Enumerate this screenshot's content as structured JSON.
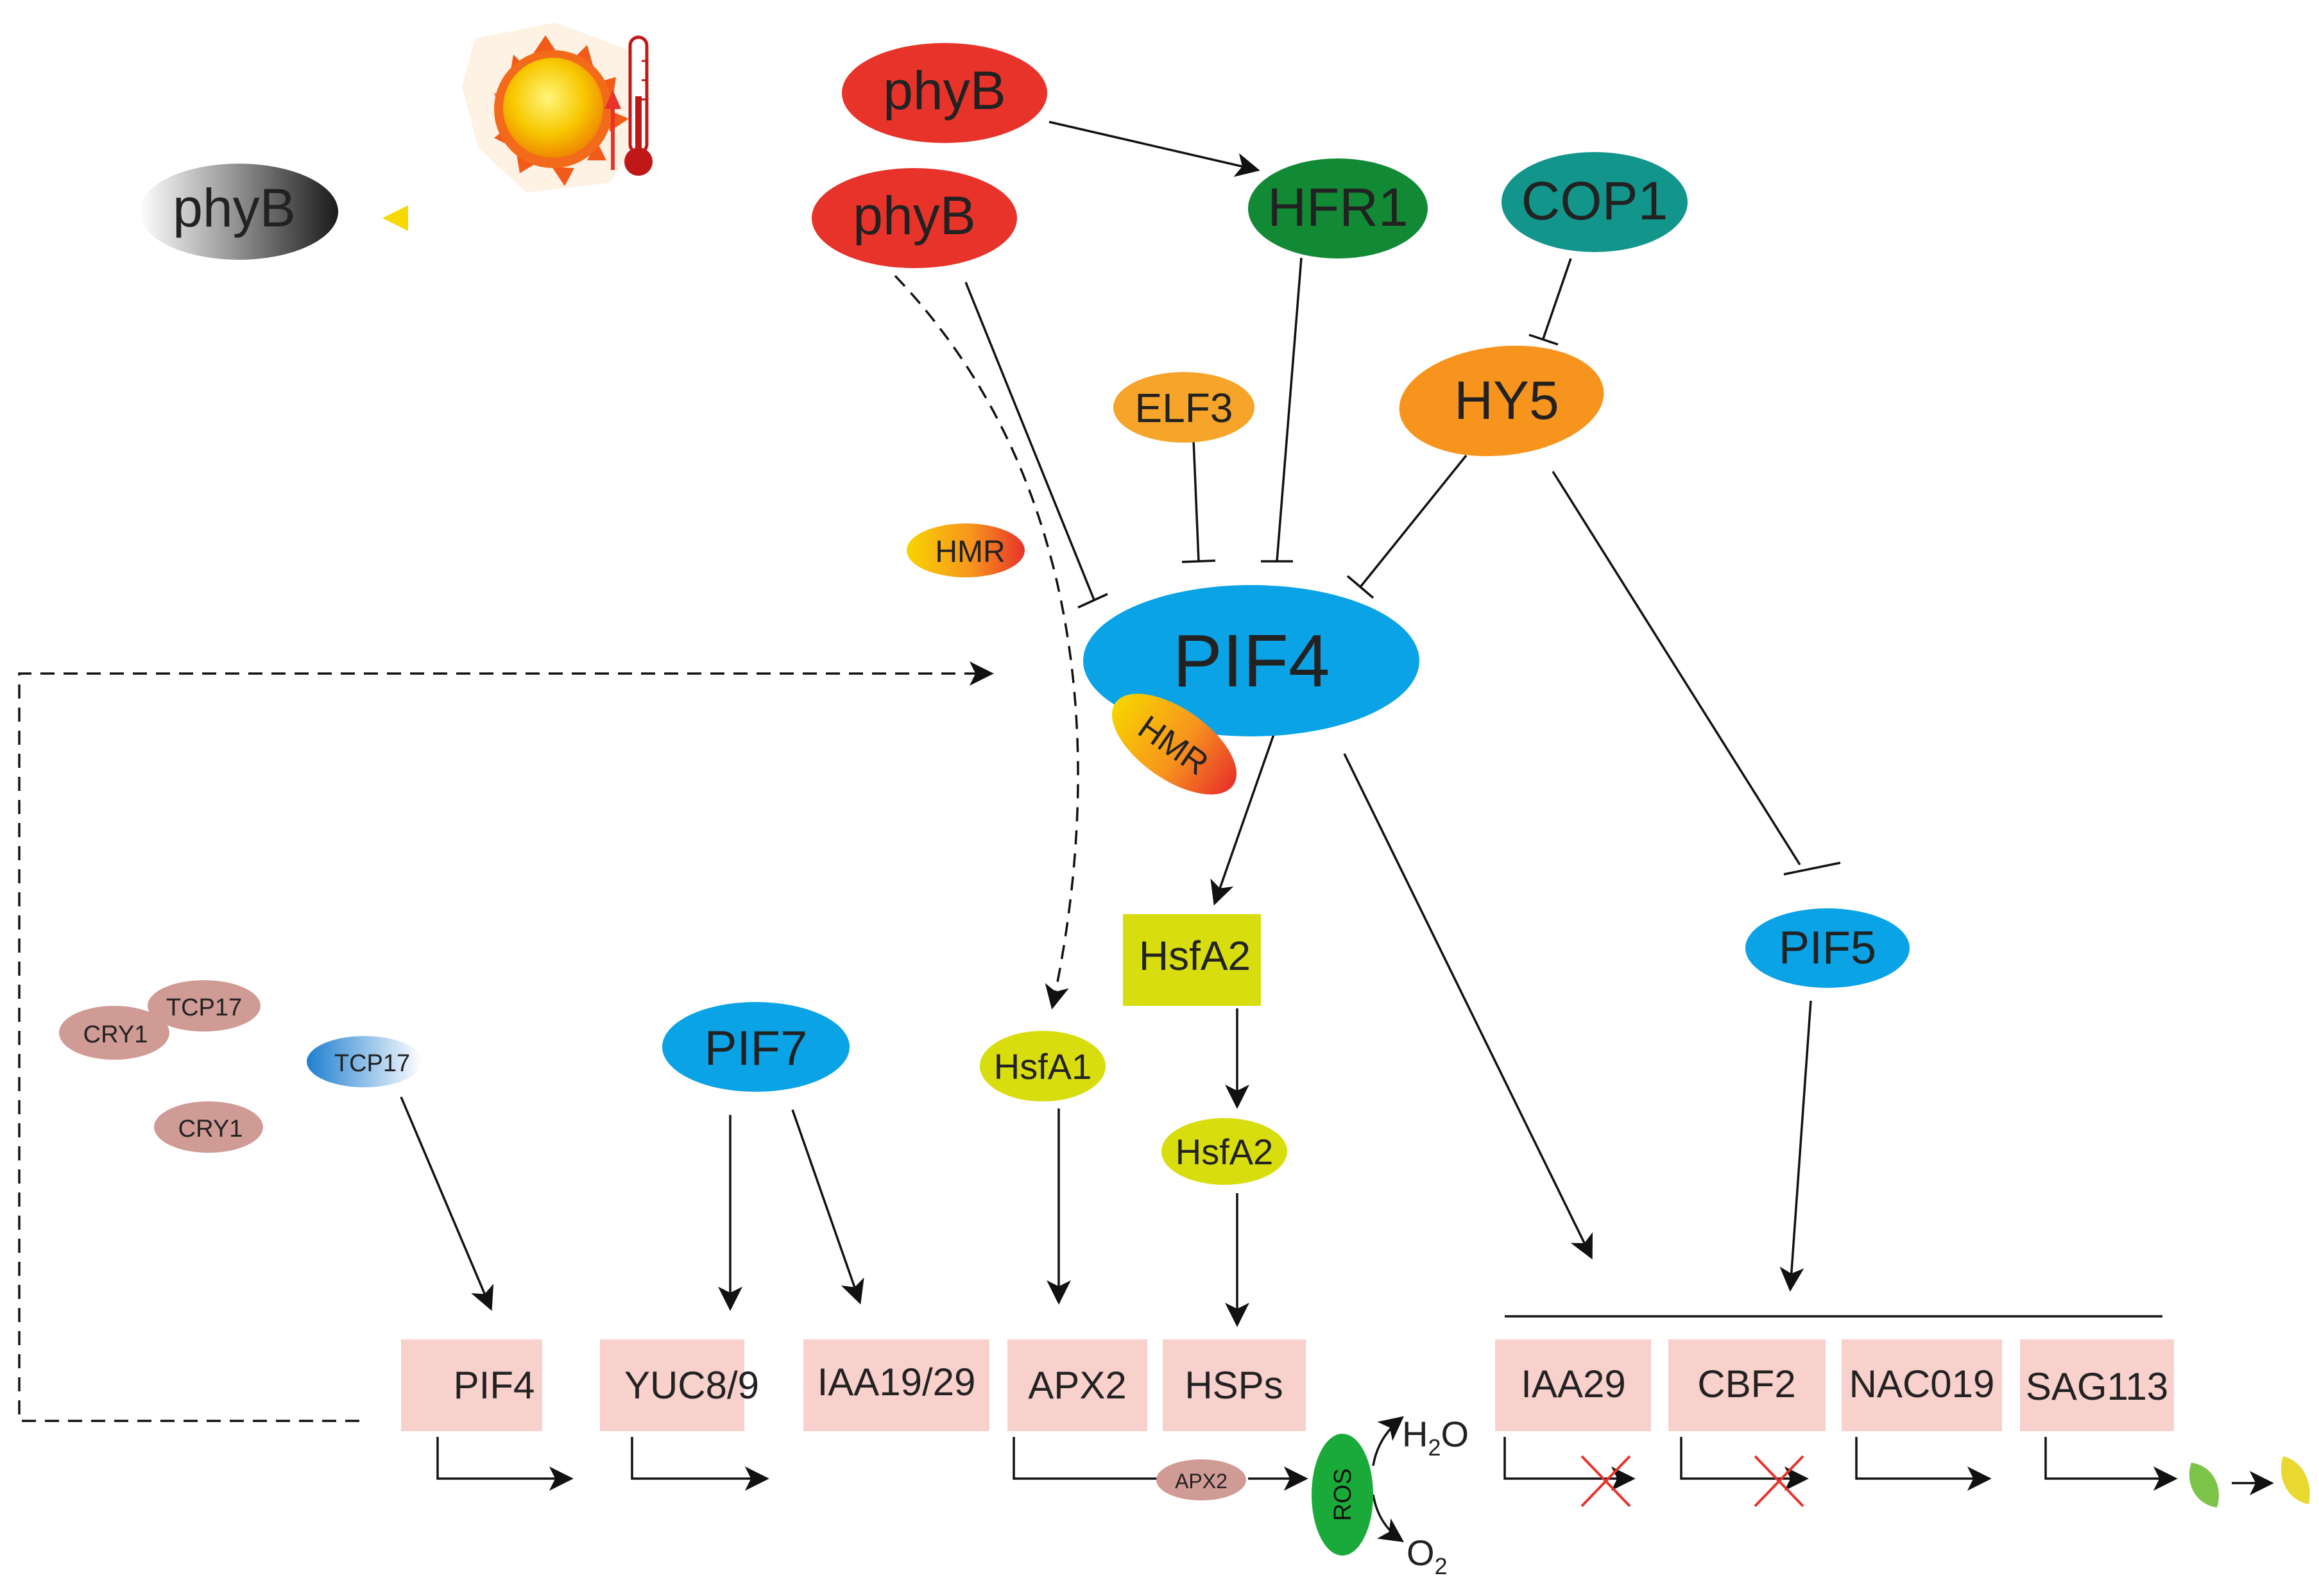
{
  "colors": {
    "red": "#e8332a",
    "dark_green": "#128a35",
    "teal": "#12968c",
    "orange": "#f7941d",
    "gold": "#f6a52a",
    "blue": "#0aa3e6",
    "lime": "#d8dd0e",
    "pink_box": "#f8d0cc",
    "mauve": "#d09a95",
    "grey": "#606060"
  },
  "stimulus": {
    "icons": [
      "sun-icon",
      "thermometer-icon",
      "up-arrow-icon"
    ]
  },
  "nodes": {
    "phyB_inactive": "phyB",
    "phyB_top": "phyB",
    "phyB_mid": "phyB",
    "hfr1": "HFR1",
    "cop1": "COP1",
    "hy5": "HY5",
    "elf3": "ELF3",
    "hmr_free": "HMR",
    "pif4": "PIF4",
    "hmr_bound": "HMR",
    "hsfa2_box": "HsfA2",
    "hsfa2_oval": "HsfA2",
    "pif5": "PIF5",
    "pif7": "PIF7",
    "hsfa1": "HsfA1",
    "cry1_pair": "CRY1",
    "tcp17_pair": "TCP17",
    "tcp17_blue": "TCP17",
    "cry1_single": "CRY1",
    "apx2_protein": "APX2",
    "ros": "ROS"
  },
  "genes_left": [
    "PIF4",
    "YUC8/9",
    "IAA19/29",
    "APX2",
    "HSPs"
  ],
  "genes_right": [
    "IAA29",
    "CBF2",
    "NAC019",
    "SAG113"
  ],
  "products": {
    "water": {
      "main": "H",
      "sub": "2",
      "tail": "O"
    },
    "oxygen": {
      "main": "O",
      "sub": "2"
    }
  },
  "repressed_marks": [
    "x-mark",
    "x-mark"
  ],
  "leaves": [
    "green-leaf-icon",
    "yellow-leaf-icon"
  ]
}
